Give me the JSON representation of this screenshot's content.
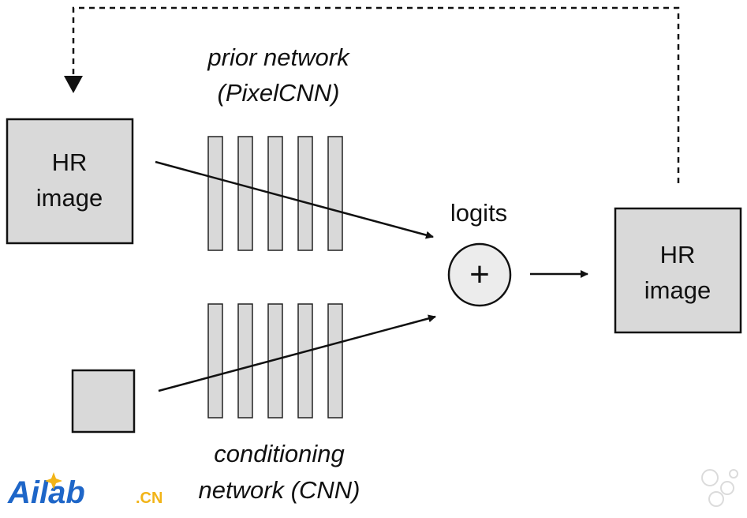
{
  "input_hr_box": {
    "line1": "HR",
    "line2": "image"
  },
  "output_hr_box": {
    "line1": "HR",
    "line2": "image"
  },
  "prior_network": {
    "line1": "prior network",
    "line2": "(PixelCNN)",
    "layer_count": 5
  },
  "conditioning_network": {
    "line1": "conditioning",
    "line2": "network (CNN)",
    "layer_count": 5
  },
  "combiner": {
    "label": "logits",
    "symbol": "+"
  },
  "watermark": {
    "brand": "Ailab",
    "suffix": ".CN"
  },
  "colors": {
    "box_fill": "#d9d9d9",
    "stroke": "#111111",
    "combiner_fill": "#ececec",
    "watermark_blue": "#1e66c8",
    "watermark_yellow": "#f2b418"
  }
}
